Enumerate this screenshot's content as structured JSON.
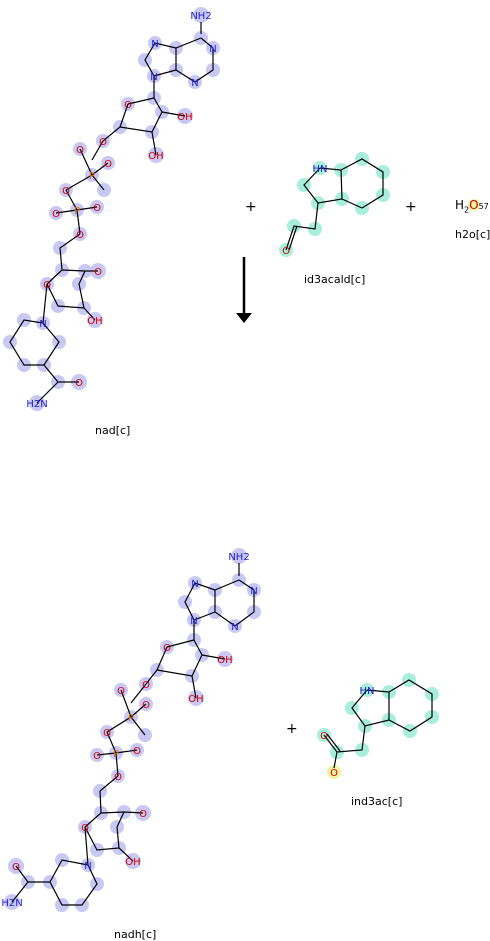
{
  "reactants": [
    {
      "id": "nad",
      "label": "nad[c]"
    },
    {
      "id": "id3acald",
      "label": "id3acald[c]"
    },
    {
      "id": "h2o",
      "label": "h2o[c]"
    }
  ],
  "products": [
    {
      "id": "nadh",
      "label": "nadh[c]"
    },
    {
      "id": "ind3ac",
      "label": "ind3ac[c]"
    }
  ],
  "operators": {
    "plus": "+"
  },
  "h2o_formula": {
    "h": "H",
    "sub": "2",
    "o": "O",
    "atom": "57"
  },
  "colors": {
    "atom_highlight_lavender": "#c8c8f5",
    "atom_highlight_teal": "#a8eedc",
    "atom_highlight_yellow": "#f2f2a0",
    "oxygen": "#d00000",
    "nitrogen": "#2020d0",
    "phosphorus": "#e07000",
    "bond": "#000000"
  }
}
